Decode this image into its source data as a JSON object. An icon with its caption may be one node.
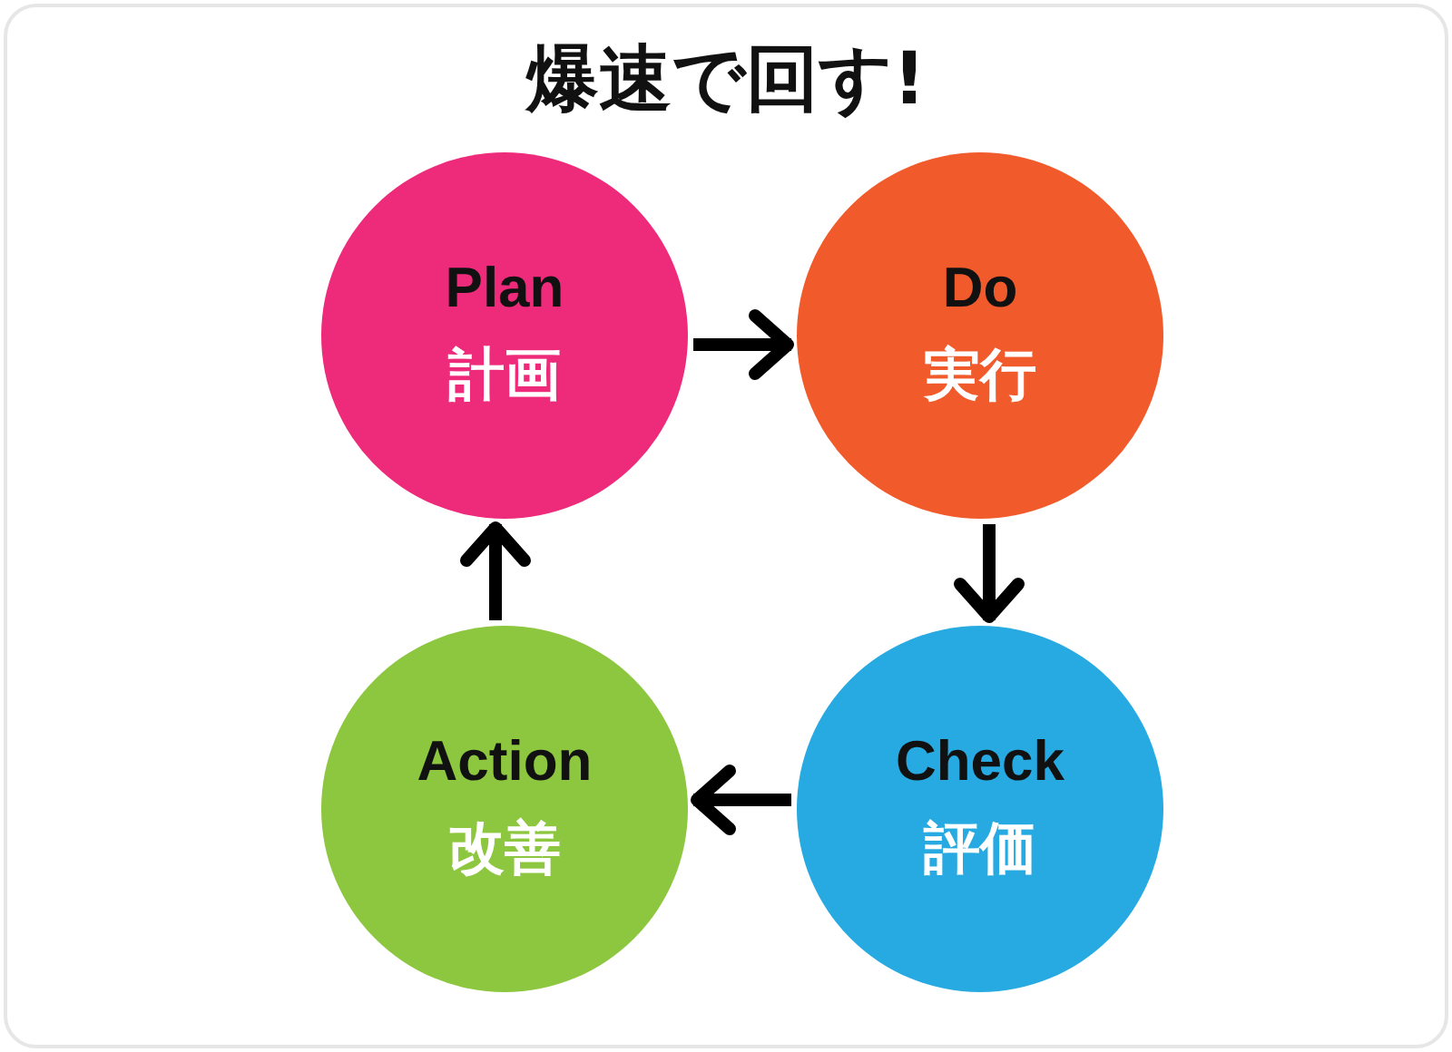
{
  "diagram": {
    "title": "爆速で回す!",
    "nodes": [
      {
        "text": [
          "Plan",
          "計画"
        ]
      },
      {
        "text": [
          "Do",
          "実行"
        ]
      },
      {
        "text": [
          "Check",
          "評価"
        ]
      },
      {
        "text": [
          "Action",
          "改善"
        ]
      }
    ],
    "edges": [
      {
        "from": 0,
        "to": 1,
        "arrow": "to"
      },
      {
        "from": 1,
        "to": 2,
        "arrow": "to"
      },
      {
        "from": 2,
        "to": 3,
        "arrow": "to"
      },
      {
        "from": 3,
        "to": 0,
        "arrow": "to"
      }
    ]
  }
}
